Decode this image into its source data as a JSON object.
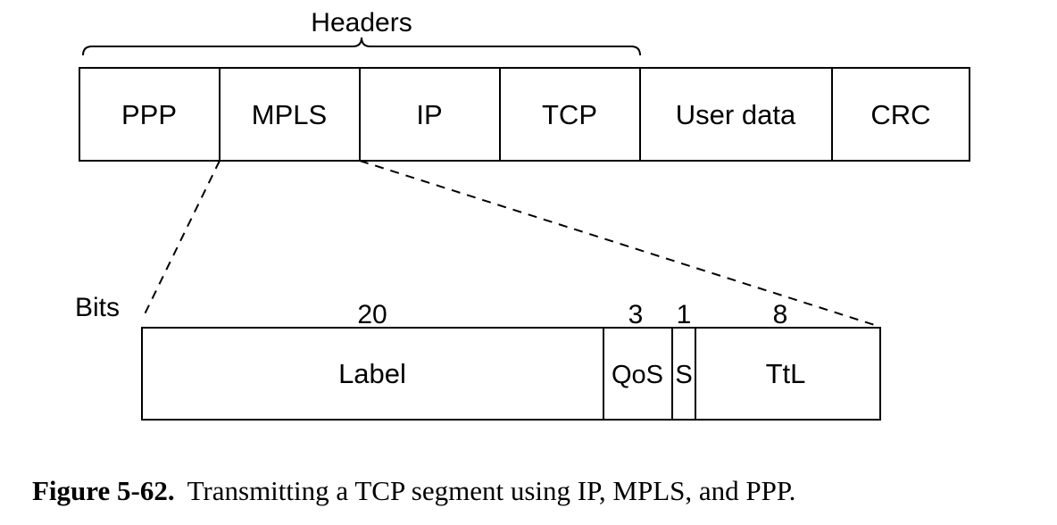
{
  "headers_label": "Headers",
  "packet_fields": [
    "PPP",
    "MPLS",
    "IP",
    "TCP",
    "User data",
    "CRC"
  ],
  "bits_label": "Bits",
  "mpls_fields": [
    {
      "bits": "20",
      "name": "Label"
    },
    {
      "bits": "3",
      "name": "QoS"
    },
    {
      "bits": "1",
      "name": "S"
    },
    {
      "bits": "8",
      "name": "TtL"
    }
  ],
  "caption": {
    "number": "Figure 5-62.",
    "text": "Transmitting a TCP segment using IP, MPLS, and PPP."
  }
}
